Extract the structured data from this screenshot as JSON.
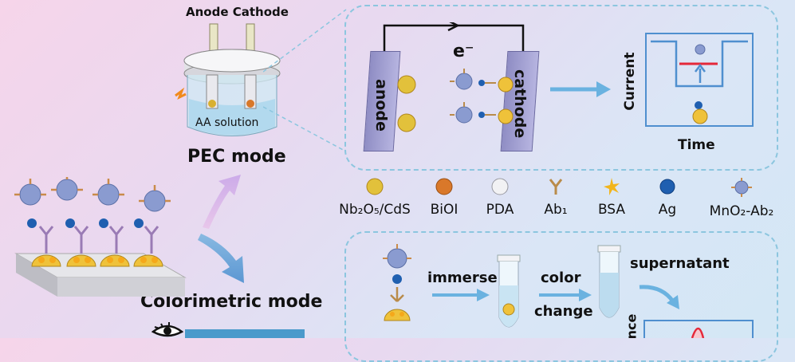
{
  "cell": {
    "anode_cathode_label": "Anode Cathode",
    "solution_label": "AA solution"
  },
  "modes": {
    "pec_label": "PEC mode",
    "colorimetric_label": "Colorimetric mode"
  },
  "pec_panel": {
    "electron_label": "e⁻",
    "anode_label": "anode",
    "cathode_label": "cathode",
    "current_axis_label": "Current",
    "time_axis_label": "Time"
  },
  "legend": {
    "items": [
      {
        "key": "nb2o5",
        "label": "Nb₂O₅/CdS",
        "color": "#e2c13b"
      },
      {
        "key": "bioi",
        "label": "BiOI",
        "color": "#d9782a"
      },
      {
        "key": "pda",
        "label": "PDA",
        "color": "#e8e8ea"
      },
      {
        "key": "ab1",
        "label": "Ab₁",
        "color": "#b98b4a"
      },
      {
        "key": "bsa",
        "label": "BSA",
        "color": "#f2b51c"
      },
      {
        "key": "ag",
        "label": "Ag",
        "color": "#1f5fb0"
      },
      {
        "key": "mno2",
        "label": "MnO₂-Ab₂",
        "color": "#7f94c8"
      }
    ]
  },
  "colorimetric_panel": {
    "immerse_label": "immerse",
    "color_label": "color",
    "change_label": "change",
    "supernatant_label": "supernatant",
    "partial_axis_label": "nce"
  }
}
